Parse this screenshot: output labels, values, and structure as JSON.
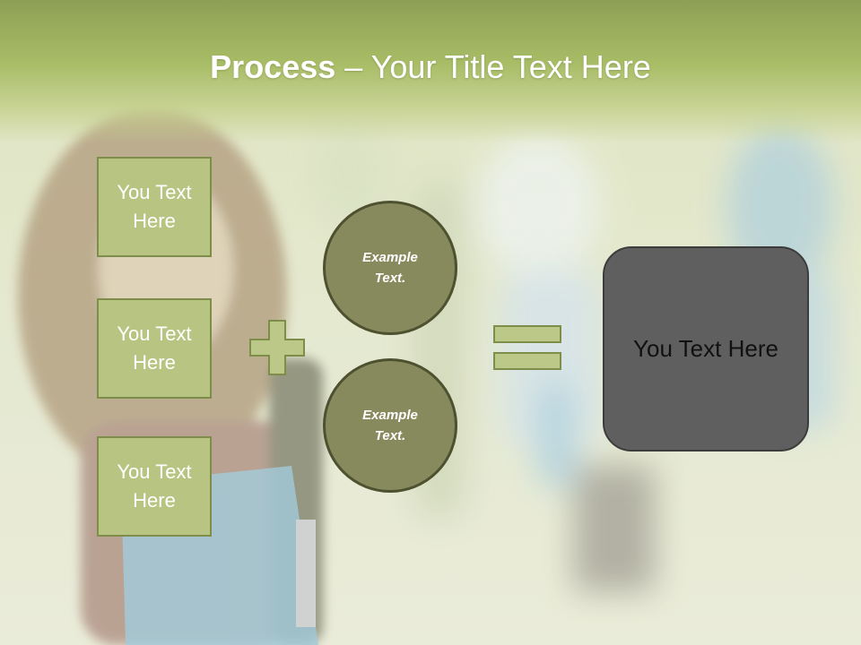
{
  "slide": {
    "title_bold": "Process",
    "title_dash": " – ",
    "title_rest": "Your Title Text Here",
    "left_boxes": [
      {
        "line1": "You Text",
        "line2": "Here"
      },
      {
        "line1": "You Text",
        "line2": "Here"
      },
      {
        "line1": "You Text",
        "line2": "Here"
      }
    ],
    "circles": [
      {
        "line1": "Example",
        "line2": "Text."
      },
      {
        "line1": "Example",
        "line2": "Text."
      }
    ],
    "result_text": "You Text Here"
  },
  "colors": {
    "title_band": "#a9bd67",
    "box_fill": "#b8c481",
    "box_border": "#7f8d4b",
    "circle_fill": "#878a5c",
    "result_fill": "#5f5f5f"
  },
  "icons": [
    "plus-icon",
    "equals-icon"
  ]
}
